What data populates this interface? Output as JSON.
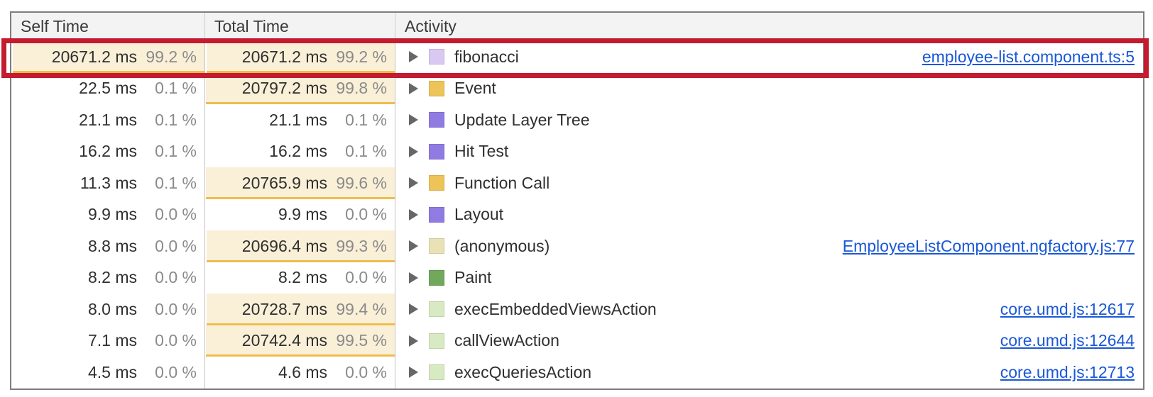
{
  "table": {
    "columns": [
      {
        "label": "Self Time"
      },
      {
        "label": "Total Time"
      },
      {
        "label": "Activity"
      }
    ],
    "rows": [
      {
        "self_time": "20671.2 ms",
        "self_pct": "99.2 %",
        "self_bar": 99.2,
        "total_time": "20671.2 ms",
        "total_pct": "99.2 %",
        "total_bar": 99.2,
        "activity": "fibonacci",
        "icon": "js-frame-swatch-icon",
        "icon_color": "#d9c9f2",
        "link": "employee-list.component.ts:5"
      },
      {
        "self_time": "22.5 ms",
        "self_pct": "0.1 %",
        "self_bar": null,
        "total_time": "20797.2 ms",
        "total_pct": "99.8 %",
        "total_bar": 99.8,
        "activity": "Event",
        "icon": "scripting-swatch-icon",
        "icon_color": "#ecc457",
        "link": null
      },
      {
        "self_time": "21.1 ms",
        "self_pct": "0.1 %",
        "self_bar": null,
        "total_time": "21.1 ms",
        "total_pct": "0.1 %",
        "total_bar": null,
        "activity": "Update Layer Tree",
        "icon": "rendering-swatch-icon",
        "icon_color": "#8f7be2",
        "link": null
      },
      {
        "self_time": "16.2 ms",
        "self_pct": "0.1 %",
        "self_bar": null,
        "total_time": "16.2 ms",
        "total_pct": "0.1 %",
        "total_bar": null,
        "activity": "Hit Test",
        "icon": "rendering-swatch-icon",
        "icon_color": "#8f7be2",
        "link": null
      },
      {
        "self_time": "11.3 ms",
        "self_pct": "0.1 %",
        "self_bar": null,
        "total_time": "20765.9 ms",
        "total_pct": "99.6 %",
        "total_bar": 99.6,
        "activity": "Function Call",
        "icon": "scripting-swatch-icon",
        "icon_color": "#ecc457",
        "link": null
      },
      {
        "self_time": "9.9 ms",
        "self_pct": "0.0 %",
        "self_bar": null,
        "total_time": "9.9 ms",
        "total_pct": "0.0 %",
        "total_bar": null,
        "activity": "Layout",
        "icon": "rendering-swatch-icon",
        "icon_color": "#8f7be2",
        "link": null
      },
      {
        "self_time": "8.8 ms",
        "self_pct": "0.0 %",
        "self_bar": null,
        "total_time": "20696.4 ms",
        "total_pct": "99.3 %",
        "total_bar": 99.3,
        "activity": "(anonymous)",
        "icon": "js-frame-swatch-icon",
        "icon_color": "#eae1b6",
        "link": "EmployeeListComponent.ngfactory.js:77"
      },
      {
        "self_time": "8.2 ms",
        "self_pct": "0.0 %",
        "self_bar": null,
        "total_time": "8.2 ms",
        "total_pct": "0.0 %",
        "total_bar": null,
        "activity": "Paint",
        "icon": "painting-swatch-icon",
        "icon_color": "#71a85c",
        "link": null
      },
      {
        "self_time": "8.0 ms",
        "self_pct": "0.0 %",
        "self_bar": null,
        "total_time": "20728.7 ms",
        "total_pct": "99.4 %",
        "total_bar": 99.4,
        "activity": "execEmbeddedViewsAction",
        "icon": "js-frame-swatch-icon",
        "icon_color": "#d7eac1",
        "link": "core.umd.js:12617"
      },
      {
        "self_time": "7.1 ms",
        "self_pct": "0.0 %",
        "self_bar": null,
        "total_time": "20742.4 ms",
        "total_pct": "99.5 %",
        "total_bar": 99.5,
        "activity": "callViewAction",
        "icon": "js-frame-swatch-icon",
        "icon_color": "#d7eac1",
        "link": "core.umd.js:12644"
      },
      {
        "self_time": "4.5 ms",
        "self_pct": "0.0 %",
        "self_bar": null,
        "total_time": "4.6 ms",
        "total_pct": "0.0 %",
        "total_bar": null,
        "activity": "execQueriesAction",
        "icon": "js-frame-swatch-icon",
        "icon_color": "#d7eac1",
        "link": "core.umd.js:12713"
      }
    ]
  },
  "annotation": {
    "highlight_border_color": "#c41b31"
  },
  "colors": {
    "bar_fill": "#faf0d8",
    "bar_underline": "#eebd4c",
    "link_blue": "#1a58d7",
    "header_bg": "#f3f3f3"
  }
}
